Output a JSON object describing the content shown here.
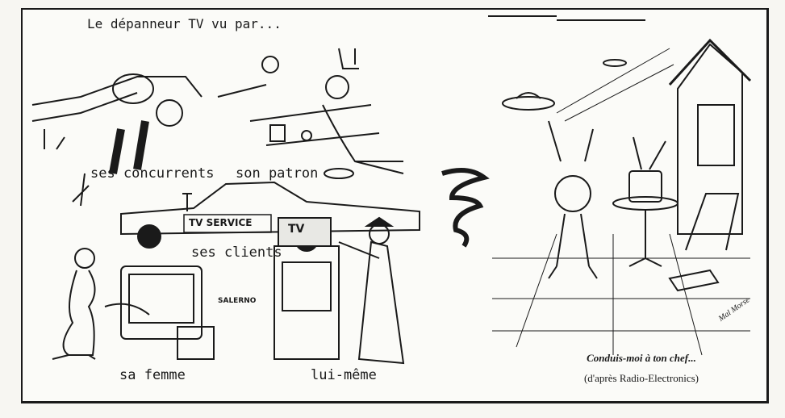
{
  "left_panel": {
    "title": "Le dépanneur TV vu par...",
    "labels": {
      "competitors": "ses concurrents",
      "boss": "son patron",
      "clients": "ses clients",
      "wife": "sa femme",
      "himself": "lui-même"
    },
    "car_sign": "TV SERVICE",
    "tv_brand": "SALERNO",
    "tv_sign": "TV"
  },
  "right_panel": {
    "caption": "Conduis-moi à ton chef...",
    "credit": "(d'après Radio-Electronics)",
    "signature": "Mal Morse"
  }
}
